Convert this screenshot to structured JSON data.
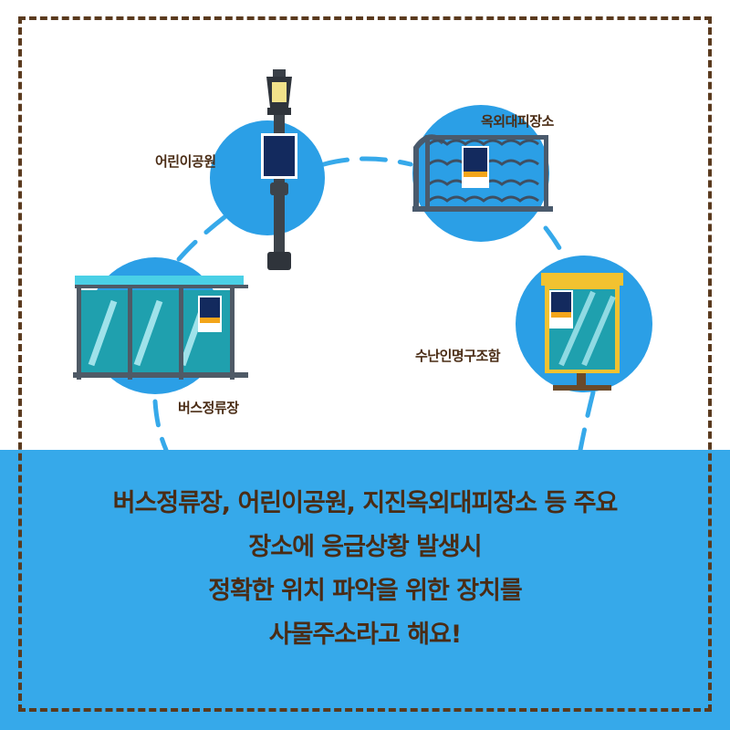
{
  "colors": {
    "background": "#ffffff",
    "band_blue": "#36a9ea",
    "circle_blue": "#2b9fe6",
    "frame_brown": "#5a3a1e",
    "text_brown": "#4a2c15",
    "sign_navy": "#132a5e",
    "sign_orange": "#f3a51a",
    "teal_glass": "#1fa0ae",
    "gold_frame": "#f2c230"
  },
  "places": [
    {
      "id": "park",
      "label": "어린이공원",
      "icon": "street-lamp-icon"
    },
    {
      "id": "shelter",
      "label": "옥외대피장소",
      "icon": "fence-icon"
    },
    {
      "id": "bus",
      "label": "버스정류장",
      "icon": "bus-stop-icon"
    },
    {
      "id": "lifesaving",
      "label": "수난인명구조함",
      "icon": "rescue-box-icon"
    }
  ],
  "message": {
    "lines": [
      "버스정류장, 어린이공원, 지진옥외대피장소 등 주요",
      "장소에 응급상황 발생시",
      "정확한 위치 파악을 위한 장치를",
      "사물주소라고 해요!"
    ]
  }
}
